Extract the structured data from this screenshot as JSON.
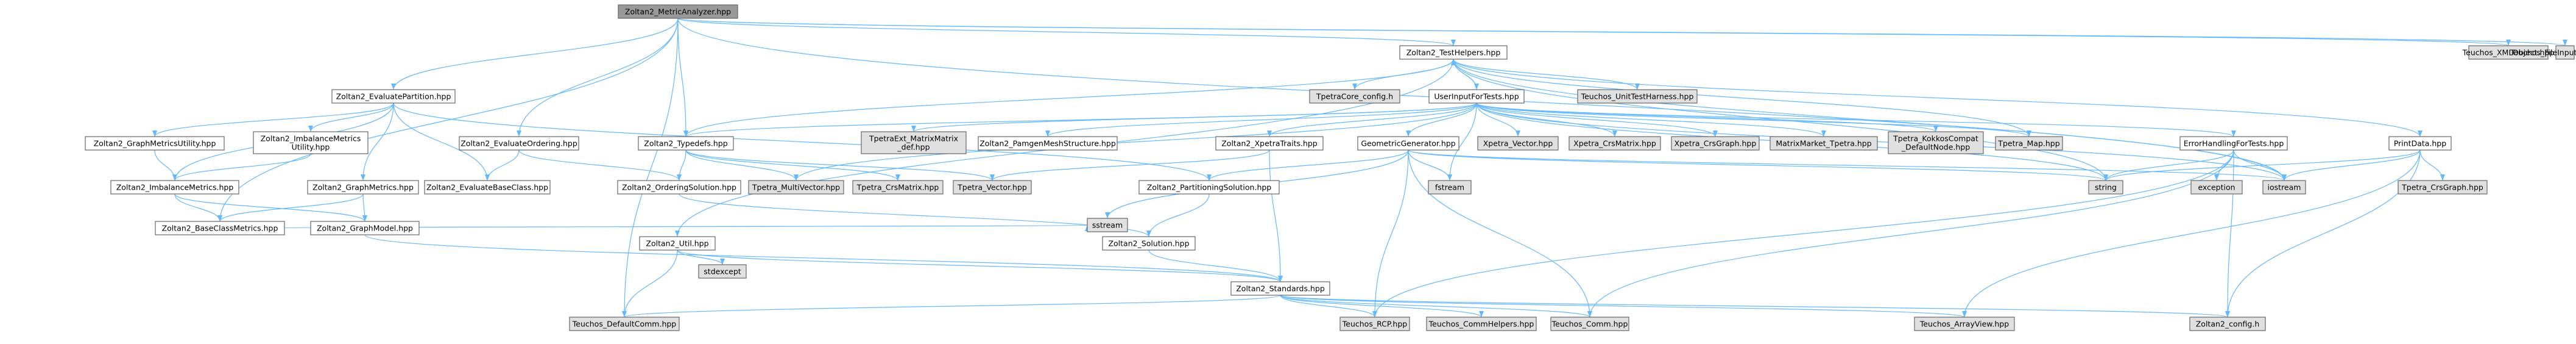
{
  "colors": {
    "root_fill": "#999999",
    "normal_fill": "#ffffff",
    "external_fill": "#e0e0e0",
    "border_normal": "#666666",
    "border_red": "#ff0000",
    "edge": "#63b8ff"
  },
  "nodes": [
    {
      "id": "root",
      "label": "Zoltan2_MetricAnalyzer.hpp",
      "style": "root"
    },
    {
      "id": "teuchos_xml",
      "label": "Teuchos_XMLObject.hpp",
      "style": "external"
    },
    {
      "id": "teuchos_fis",
      "label": "Teuchos_FileInputSource.hpp",
      "style": "external"
    },
    {
      "id": "testhelpers",
      "label": "Zoltan2_TestHelpers.hpp",
      "style": "normal"
    },
    {
      "id": "evalpart",
      "label": "Zoltan2_EvaluatePartition.hpp",
      "style": "normal"
    },
    {
      "id": "tpetracore",
      "label": "TpetraCore_config.h",
      "style": "external"
    },
    {
      "id": "userinput",
      "label": "UserInputForTests.hpp",
      "style": "normal"
    },
    {
      "id": "unittest",
      "label": "Teuchos_UnitTestHarness.hpp",
      "style": "external"
    },
    {
      "id": "printdata",
      "label": "PrintData.hpp",
      "style": "normal"
    },
    {
      "id": "gmu",
      "label": "Zoltan2_GraphMetricsUtility.hpp",
      "style": "red"
    },
    {
      "id": "imu",
      "label": "Zoltan2_ImbalanceMetrics\nUtility.hpp",
      "style": "red"
    },
    {
      "id": "evalorder",
      "label": "Zoltan2_EvaluateOrdering.hpp",
      "style": "normal"
    },
    {
      "id": "typedefs",
      "label": "Zoltan2_Typedefs.hpp",
      "style": "normal"
    },
    {
      "id": "tpetraext",
      "label": "TpetraExt_MatrixMatrix\n_def.hpp",
      "style": "external"
    },
    {
      "id": "pamgen",
      "label": "Zoltan2_PamgenMeshStructure.hpp",
      "style": "normal"
    },
    {
      "id": "xpetratraits",
      "label": "Zoltan2_XpetraTraits.hpp",
      "style": "red"
    },
    {
      "id": "geomgen",
      "label": "GeometricGenerator.hpp",
      "style": "red"
    },
    {
      "id": "xpetravec",
      "label": "Xpetra_Vector.hpp",
      "style": "external"
    },
    {
      "id": "xpetracrsm",
      "label": "Xpetra_CrsMatrix.hpp",
      "style": "external"
    },
    {
      "id": "xpetracrsg",
      "label": "Xpetra_CrsGraph.hpp",
      "style": "external"
    },
    {
      "id": "mmtpetra",
      "label": "MatrixMarket_Tpetra.hpp",
      "style": "external"
    },
    {
      "id": "tpetrakk",
      "label": "Tpetra_KokkosCompat\n_DefaultNode.hpp",
      "style": "external"
    },
    {
      "id": "tpetramap",
      "label": "Tpetra_Map.hpp",
      "style": "external"
    },
    {
      "id": "errhandling",
      "label": "ErrorHandlingForTests.hpp",
      "style": "normal"
    },
    {
      "id": "imbmetrics",
      "label": "Zoltan2_ImbalanceMetrics.hpp",
      "style": "red"
    },
    {
      "id": "graphmetrics",
      "label": "Zoltan2_GraphMetrics.hpp",
      "style": "red"
    },
    {
      "id": "evalbase",
      "label": "Zoltan2_EvaluateBaseClass.hpp",
      "style": "normal"
    },
    {
      "id": "ordersol",
      "label": "Zoltan2_OrderingSolution.hpp",
      "style": "normal"
    },
    {
      "id": "tpetramv",
      "label": "Tpetra_MultiVector.hpp",
      "style": "external"
    },
    {
      "id": "tpetracrsm",
      "label": "Tpetra_CrsMatrix.hpp",
      "style": "external"
    },
    {
      "id": "tpetravec",
      "label": "Tpetra_Vector.hpp",
      "style": "external"
    },
    {
      "id": "partsol",
      "label": "Zoltan2_PartitioningSolution.hpp",
      "style": "red"
    },
    {
      "id": "fstream",
      "label": "fstream",
      "style": "external"
    },
    {
      "id": "string",
      "label": "string",
      "style": "external"
    },
    {
      "id": "exception",
      "label": "exception",
      "style": "external"
    },
    {
      "id": "iostream",
      "label": "iostream",
      "style": "external"
    },
    {
      "id": "tpetracrsg",
      "label": "Tpetra_CrsGraph.hpp",
      "style": "external"
    },
    {
      "id": "basemetrics",
      "label": "Zoltan2_BaseClassMetrics.hpp",
      "style": "normal"
    },
    {
      "id": "graphmodel",
      "label": "Zoltan2_GraphModel.hpp",
      "style": "red"
    },
    {
      "id": "sstream",
      "label": "sstream",
      "style": "external"
    },
    {
      "id": "solution",
      "label": "Zoltan2_Solution.hpp",
      "style": "normal"
    },
    {
      "id": "util",
      "label": "Zoltan2_Util.hpp",
      "style": "normal"
    },
    {
      "id": "stdexcept",
      "label": "stdexcept",
      "style": "external"
    },
    {
      "id": "standards",
      "label": "Zoltan2_Standards.hpp",
      "style": "red"
    },
    {
      "id": "defcomm",
      "label": "Teuchos_DefaultComm.hpp",
      "style": "external"
    },
    {
      "id": "rcp",
      "label": "Teuchos_RCP.hpp",
      "style": "external"
    },
    {
      "id": "commhelpers",
      "label": "Teuchos_CommHelpers.hpp",
      "style": "external"
    },
    {
      "id": "comm",
      "label": "Teuchos_Comm.hpp",
      "style": "external"
    },
    {
      "id": "arrayview",
      "label": "Teuchos_ArrayView.hpp",
      "style": "external"
    },
    {
      "id": "config",
      "label": "Zoltan2_config.h",
      "style": "external"
    }
  ],
  "edges": [
    [
      "root",
      "teuchos_xml"
    ],
    [
      "root",
      "teuchos_fis"
    ],
    [
      "root",
      "testhelpers"
    ],
    [
      "root",
      "evalpart"
    ],
    [
      "root",
      "evalorder"
    ],
    [
      "root",
      "typedefs"
    ],
    [
      "root",
      "iostream"
    ],
    [
      "root",
      "basemetrics"
    ],
    [
      "root",
      "defcomm"
    ],
    [
      "testhelpers",
      "tpetracore"
    ],
    [
      "testhelpers",
      "userinput"
    ],
    [
      "testhelpers",
      "unittest"
    ],
    [
      "testhelpers",
      "printdata"
    ],
    [
      "testhelpers",
      "tpetramap"
    ],
    [
      "testhelpers",
      "string"
    ],
    [
      "testhelpers",
      "iostream"
    ],
    [
      "testhelpers",
      "util"
    ],
    [
      "testhelpers",
      "typedefs"
    ],
    [
      "userinput",
      "testhelpers"
    ],
    [
      "userinput",
      "typedefs"
    ],
    [
      "userinput",
      "tpetraext"
    ],
    [
      "userinput",
      "pamgen"
    ],
    [
      "userinput",
      "xpetratraits"
    ],
    [
      "userinput",
      "geomgen"
    ],
    [
      "userinput",
      "xpetravec"
    ],
    [
      "userinput",
      "xpetracrsm"
    ],
    [
      "userinput",
      "xpetracrsg"
    ],
    [
      "userinput",
      "mmtpetra"
    ],
    [
      "userinput",
      "tpetrakk"
    ],
    [
      "userinput",
      "tpetramap"
    ],
    [
      "userinput",
      "errhandling"
    ],
    [
      "userinput",
      "tpetramv"
    ],
    [
      "userinput",
      "fstream"
    ],
    [
      "userinput",
      "string"
    ],
    [
      "userinput",
      "iostream"
    ],
    [
      "evalpart",
      "gmu"
    ],
    [
      "evalpart",
      "imu"
    ],
    [
      "evalpart",
      "imbmetrics"
    ],
    [
      "evalpart",
      "graphmetrics"
    ],
    [
      "evalpart",
      "evalbase"
    ],
    [
      "evalpart",
      "partsol"
    ],
    [
      "gmu",
      "imbmetrics"
    ],
    [
      "imu",
      "imbmetrics"
    ],
    [
      "imbmetrics",
      "basemetrics"
    ],
    [
      "imbmetrics",
      "graphmodel"
    ],
    [
      "graphmetrics",
      "basemetrics"
    ],
    [
      "graphmetrics",
      "graphmodel"
    ],
    [
      "evalorder",
      "evalbase"
    ],
    [
      "evalorder",
      "ordersol"
    ],
    [
      "typedefs",
      "tpetramv"
    ],
    [
      "typedefs",
      "tpetracrsm"
    ],
    [
      "typedefs",
      "tpetravec"
    ],
    [
      "typedefs",
      "ordersol"
    ],
    [
      "ordersol",
      "solution"
    ],
    [
      "partsol",
      "solution"
    ],
    [
      "xpetratraits",
      "standards"
    ],
    [
      "xpetratraits",
      "tpetravec"
    ],
    [
      "geomgen",
      "partsol"
    ],
    [
      "geomgen",
      "string"
    ],
    [
      "geomgen",
      "fstream"
    ],
    [
      "geomgen",
      "sstream"
    ],
    [
      "geomgen",
      "comm"
    ],
    [
      "geomgen",
      "rcp"
    ],
    [
      "geomgen",
      "iostream"
    ],
    [
      "errhandling",
      "string"
    ],
    [
      "errhandling",
      "exception"
    ],
    [
      "errhandling",
      "iostream"
    ],
    [
      "errhandling",
      "comm"
    ],
    [
      "errhandling",
      "config"
    ],
    [
      "errhandling",
      "rcp"
    ],
    [
      "printdata",
      "string"
    ],
    [
      "printdata",
      "iostream"
    ],
    [
      "printdata",
      "tpetracrsg"
    ],
    [
      "printdata",
      "arrayview"
    ],
    [
      "printdata",
      "config"
    ],
    [
      "solution",
      "standards"
    ],
    [
      "graphmodel",
      "standards"
    ],
    [
      "util",
      "standards"
    ],
    [
      "util",
      "stdexcept"
    ],
    [
      "util",
      "defcomm"
    ],
    [
      "standards",
      "defcomm"
    ],
    [
      "standards",
      "rcp"
    ],
    [
      "standards",
      "commhelpers"
    ],
    [
      "standards",
      "comm"
    ],
    [
      "standards",
      "arrayview"
    ],
    [
      "standards",
      "config"
    ],
    [
      "basemetrics",
      "sstream"
    ]
  ]
}
